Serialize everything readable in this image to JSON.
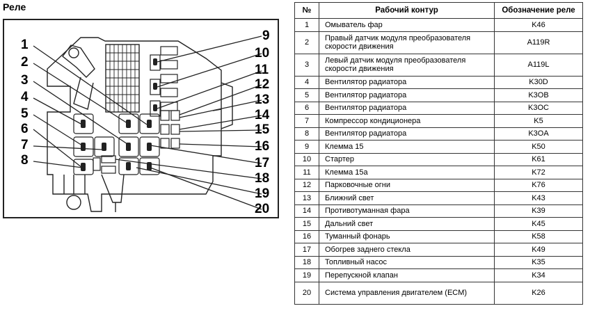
{
  "page_title": "Реле",
  "diagram": {
    "callouts": [
      "1",
      "2",
      "3",
      "4",
      "5",
      "6",
      "7",
      "8",
      "9",
      "10",
      "11",
      "12",
      "13",
      "14",
      "15",
      "16",
      "17",
      "18",
      "19",
      "20"
    ]
  },
  "table": {
    "headers": [
      "№",
      "Рабочий контур",
      "Обозначение реле"
    ],
    "rows": [
      {
        "num": "1",
        "circuit": "Омыватель фар",
        "code": "K46"
      },
      {
        "num": "2",
        "circuit": "Правый датчик модуля преобразователя скорости движения",
        "code": "A119R"
      },
      {
        "num": "3",
        "circuit": "Левый датчик модуля преобразователя скорости движения",
        "code": "A119L"
      },
      {
        "num": "4",
        "circuit": "Вентилятор радиатора",
        "code": "K30D"
      },
      {
        "num": "5",
        "circuit": "Вентилятор радиатора",
        "code": "K3OB"
      },
      {
        "num": "6",
        "circuit": "Вентилятор радиатора",
        "code": "K3OC"
      },
      {
        "num": "7",
        "circuit": "Компрессор кондиционера",
        "code": "K5"
      },
      {
        "num": "8",
        "circuit": "Вентилятор радиатора",
        "code": "K3OA"
      },
      {
        "num": "9",
        "circuit": "Клемма 15",
        "code": "K50"
      },
      {
        "num": "10",
        "circuit": "Стартер",
        "code": "K61"
      },
      {
        "num": "11",
        "circuit": "Клемма 15a",
        "code": "K72"
      },
      {
        "num": "12",
        "circuit": "Парковочные огни",
        "code": "K76"
      },
      {
        "num": "13",
        "circuit": "Ближний свет",
        "code": "K43"
      },
      {
        "num": "14",
        "circuit": "Противотуманная фара",
        "code": "K39"
      },
      {
        "num": "15",
        "circuit": "Дальний свет",
        "code": "K45"
      },
      {
        "num": "16",
        "circuit": "Туманный фонарь",
        "code": "K58"
      },
      {
        "num": "17",
        "circuit": "Обогрев заднего стекла",
        "code": "K49"
      },
      {
        "num": "18",
        "circuit": "Топливный насос",
        "code": "K35"
      },
      {
        "num": "19",
        "circuit": "Перепускной клапан",
        "code": "K34"
      },
      {
        "num": "20",
        "circuit": "Система управления двигателем (ECM)",
        "code": "K26"
      }
    ]
  }
}
